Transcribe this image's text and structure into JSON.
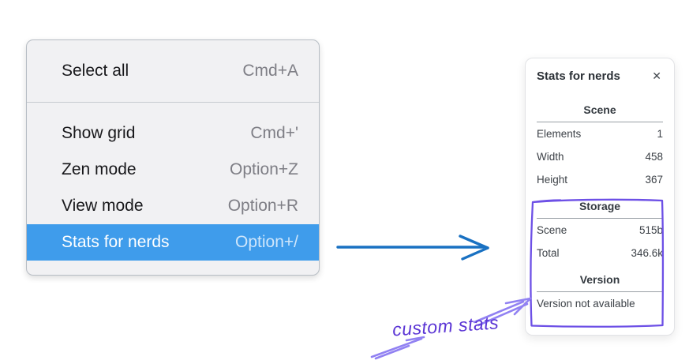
{
  "menu": {
    "sections": [
      {
        "items": [
          {
            "label": "Select all",
            "shortcut": "Cmd+A",
            "highlighted": false
          }
        ]
      },
      {
        "items": [
          {
            "label": "Show grid",
            "shortcut": "Cmd+'",
            "highlighted": false
          },
          {
            "label": "Zen mode",
            "shortcut": "Option+Z",
            "highlighted": false
          },
          {
            "label": "View mode",
            "shortcut": "Option+R",
            "highlighted": false
          },
          {
            "label": "Stats for nerds",
            "shortcut": "Option+/",
            "highlighted": true
          }
        ]
      }
    ]
  },
  "panel": {
    "title": "Stats for nerds",
    "close_icon": "✕",
    "sections": [
      {
        "header": "Scene",
        "rows": [
          {
            "label": "Elements",
            "value": "1"
          },
          {
            "label": "Width",
            "value": "458"
          },
          {
            "label": "Height",
            "value": "367"
          }
        ]
      },
      {
        "header": "Storage",
        "rows": [
          {
            "label": "Scene",
            "value": "515b"
          },
          {
            "label": "Total",
            "value": "346.6k"
          }
        ]
      },
      {
        "header": "Version",
        "note": "Version not available"
      }
    ]
  },
  "annotations": {
    "label": "custom stats"
  },
  "colors": {
    "highlight": "#3f9ceb",
    "arrow": "#1971c2",
    "purple": "#5b35d5",
    "purple_rect": "#6d50e6",
    "purple_light": "#9181f2"
  }
}
